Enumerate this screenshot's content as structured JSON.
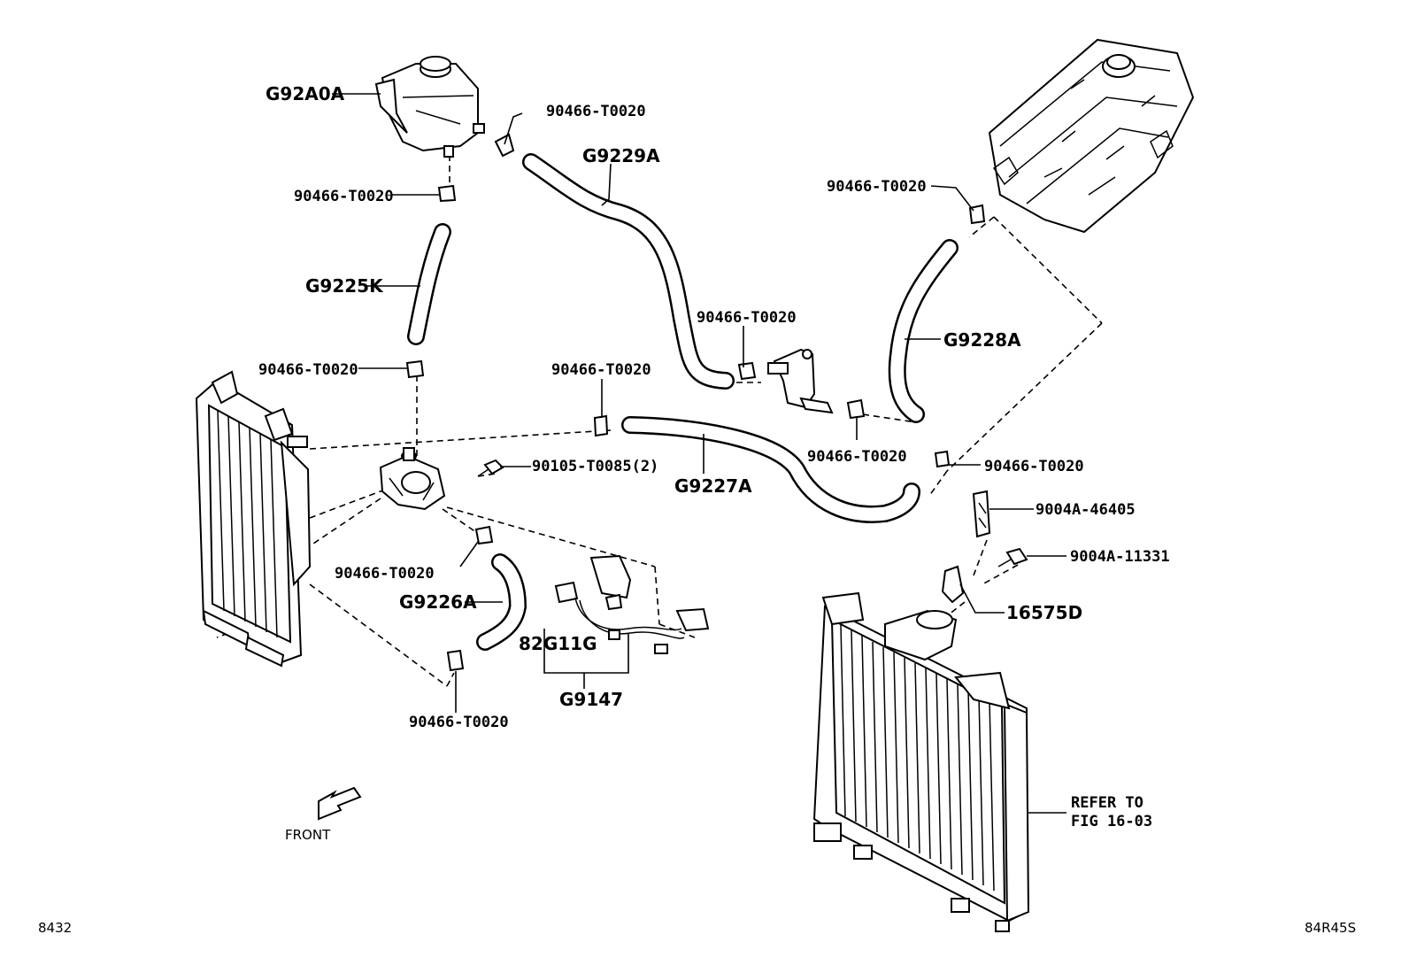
{
  "labels": {
    "reservoir": "G92A0A",
    "clip_reservoir": "90466-T0020",
    "clip_top": "90466-T0020",
    "hose_upper_right": "G9229A",
    "clip_inverter": "90466-T0020",
    "hose_left": "G9225K",
    "clip_bracket": "90466-T0020",
    "hose_inverter": "G9228A",
    "clip_pump_top": "90466-T0020",
    "clip_middle": "90466-T0020",
    "bolt": "90105-T0085(2)",
    "clip_bracket_low": "90466-T0020",
    "hose_middle": "G9227A",
    "clip_right": "90466-T0020",
    "bracket_part": "9004A-46405",
    "screw_part": "9004A-11331",
    "clip_pump_low": "90466-T0020",
    "hose_lower": "G9226A",
    "stay": "16575D",
    "harness_connector": "82G11G",
    "harness": "G9147",
    "clip_bottom": "90466-T0020",
    "refer_line1": "REFER TO",
    "refer_line2": "FIG 16-03",
    "front": "FRONT",
    "footer_left": "8432",
    "footer_right": "84R45S"
  }
}
